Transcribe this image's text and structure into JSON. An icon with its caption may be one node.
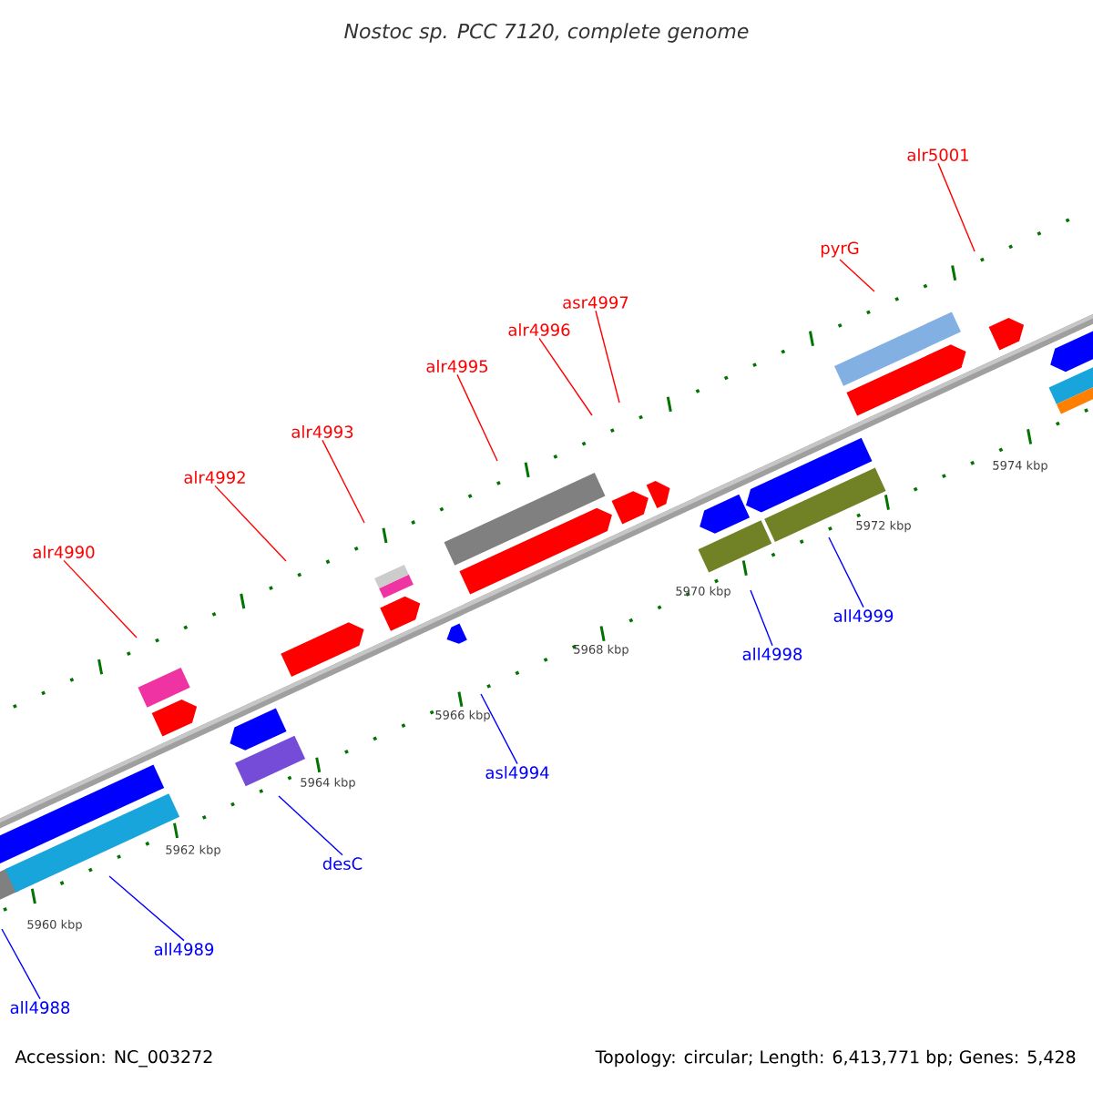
{
  "diagram": {
    "title": "Nostoc sp. PCC 7120, complete genome",
    "nodes": [
      {
        "text": [
          "alr4990"
        ]
      },
      {
        "text": [
          "alr4992"
        ]
      },
      {
        "text": [
          "alr4993"
        ]
      },
      {
        "text": [
          "alr4995"
        ]
      },
      {
        "text": [
          "alr4996"
        ]
      },
      {
        "text": [
          "asr4997"
        ]
      },
      {
        "text": [
          "pyrG"
        ]
      },
      {
        "text": [
          "alr5001"
        ]
      },
      {
        "text": [
          "all4988"
        ]
      },
      {
        "text": [
          "all4989"
        ]
      },
      {
        "text": [
          "desC"
        ]
      },
      {
        "text": [
          "asl4994"
        ]
      },
      {
        "text": [
          "all4998"
        ]
      },
      {
        "text": [
          "all4999"
        ]
      }
    ],
    "edges": [
      {
        "from": 0,
        "to": null,
        "arrow": "none"
      },
      {
        "from": 1,
        "to": null,
        "arrow": "none"
      },
      {
        "from": 2,
        "to": null,
        "arrow": "none"
      },
      {
        "from": 3,
        "to": null,
        "arrow": "none"
      },
      {
        "from": 4,
        "to": null,
        "arrow": "none"
      },
      {
        "from": 5,
        "to": null,
        "arrow": "none"
      },
      {
        "from": 6,
        "to": null,
        "arrow": "none"
      },
      {
        "from": 7,
        "to": null,
        "arrow": "none"
      },
      {
        "from": 8,
        "to": null,
        "arrow": "none",
        "color": "#0000ff"
      },
      {
        "from": 9,
        "to": null,
        "arrow": "none",
        "color": "#0000ff"
      },
      {
        "from": 10,
        "to": null,
        "arrow": "none",
        "color": "#0000ff"
      },
      {
        "from": 11,
        "to": null,
        "arrow": "none",
        "color": "#0000ff"
      },
      {
        "from": 12,
        "to": null,
        "arrow": "none",
        "color": "#0000ff"
      },
      {
        "from": 13,
        "to": null,
        "arrow": "none",
        "color": "#0000ff"
      }
    ],
    "labels": [
      "5960 kbp",
      "5962 kbp",
      "5964 kbp",
      "5966 kbp",
      "5968 kbp",
      "5970 kbp",
      "5972 kbp",
      "5974 kbp",
      "Accession: NC_003272",
      "Topology: circular; Length: 6,413,771 bp; Genes: 5,428"
    ]
  }
}
